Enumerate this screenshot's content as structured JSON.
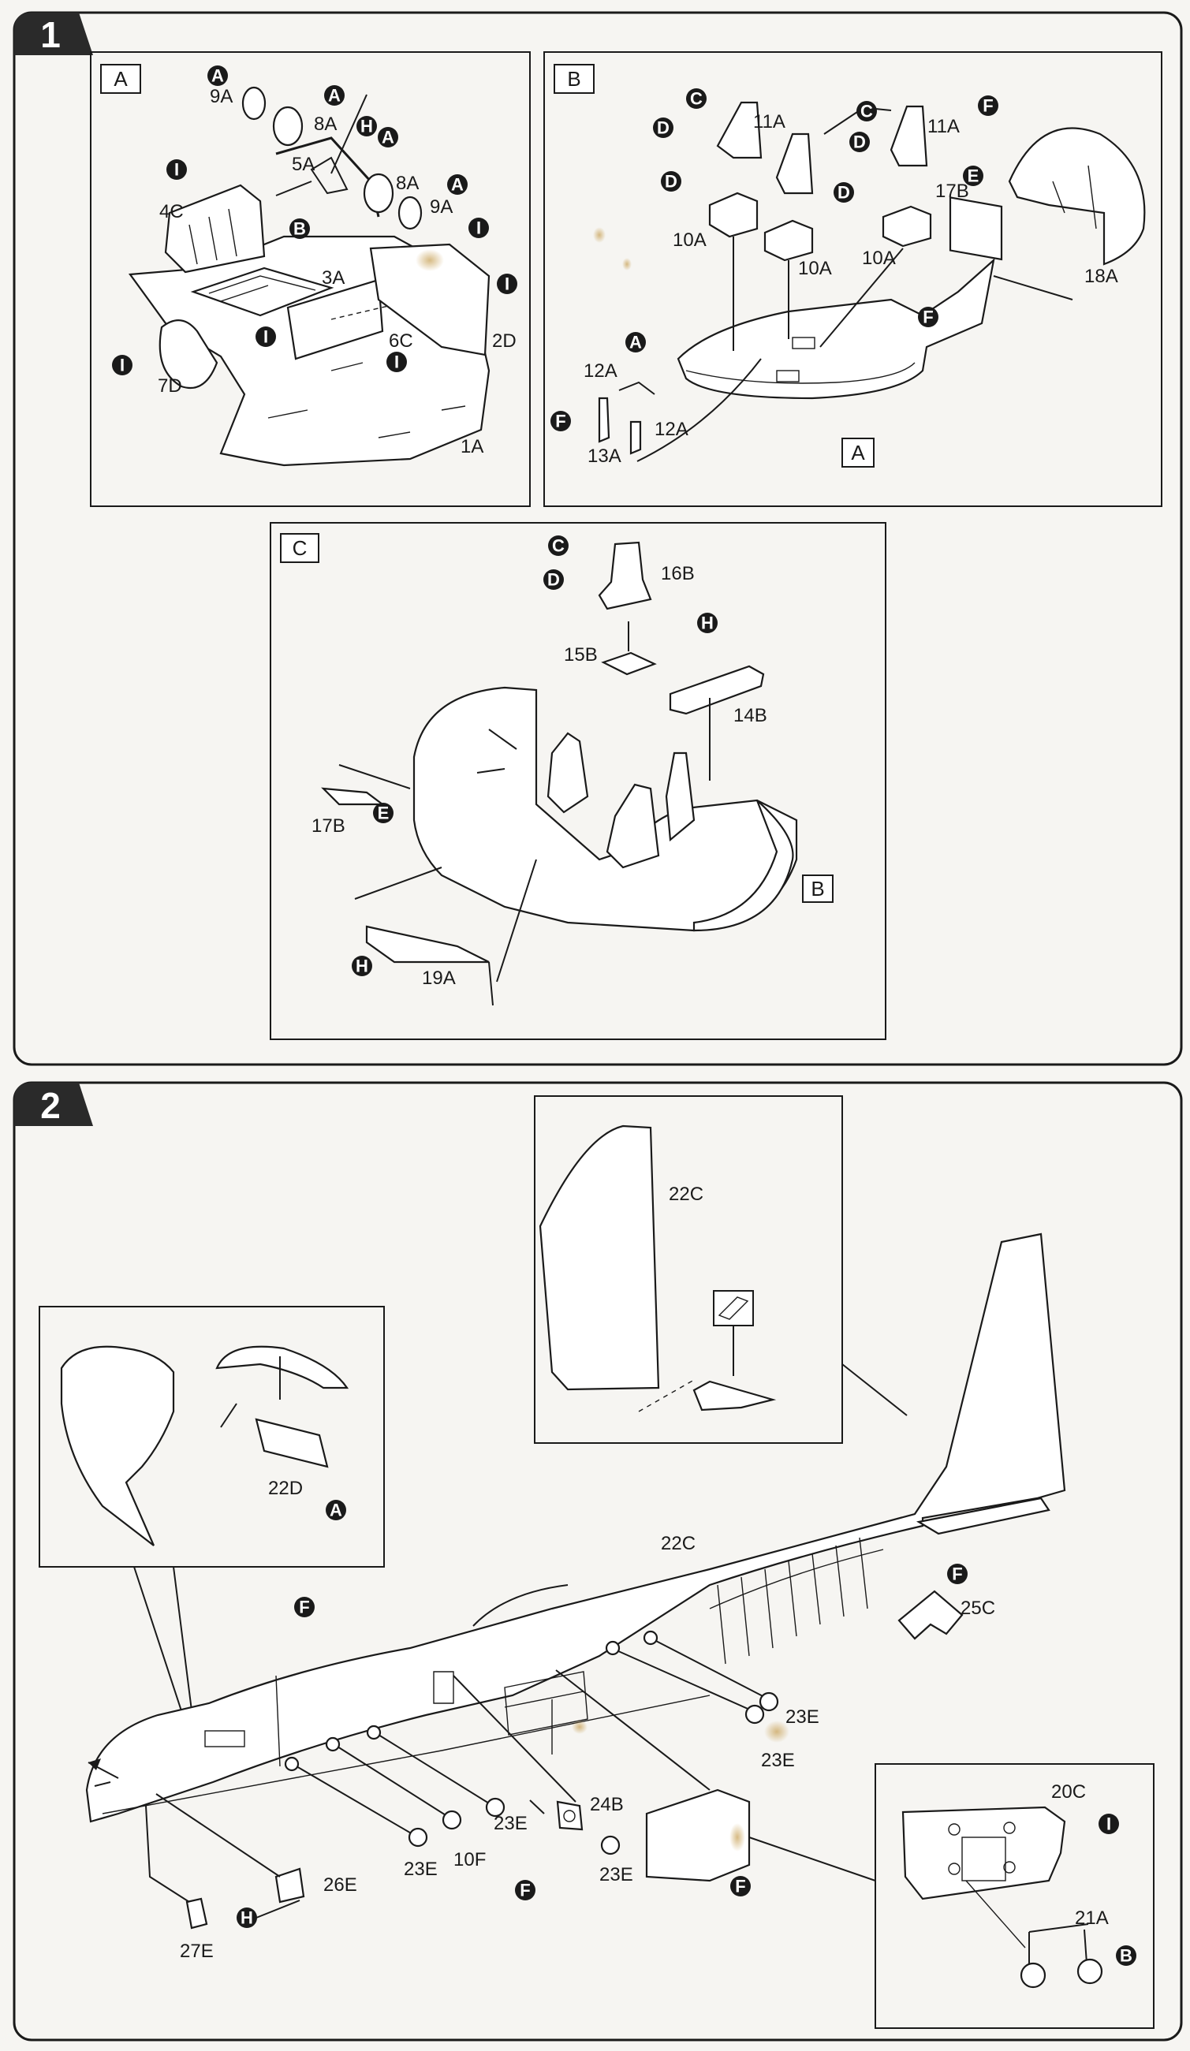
{
  "steps": [
    {
      "number": "1",
      "panels": [
        "A",
        "B",
        "C"
      ]
    },
    {
      "number": "2"
    }
  ],
  "badges": {
    "A": "A",
    "B": "B",
    "C": "C",
    "D": "D",
    "E": "E",
    "F": "F",
    "H": "H",
    "I": "I"
  },
  "step1": {
    "panelA": {
      "label": "A",
      "parts": {
        "p9a": "9A",
        "p8a_top": "8A",
        "p5a": "5A",
        "p8a": "8A",
        "p9a_b": "9A",
        "p4c": "4C",
        "p3a": "3A",
        "p6c": "6C",
        "p2d": "2D",
        "p7d": "7D",
        "p1a": "1A"
      }
    },
    "panelB": {
      "label": "B",
      "parts": {
        "p11a_l": "11A",
        "p11a_r": "11A",
        "p17b": "17B",
        "p10a_l": "10A",
        "p10a_m": "10A",
        "p10a_r": "10A",
        "p18a": "18A",
        "p12a_t": "12A",
        "p12a_b": "12A",
        "p13a": "13A"
      },
      "ref": "A"
    },
    "panelC": {
      "label": "C",
      "parts": {
        "p16b": "16B",
        "p15b": "15B",
        "p14b": "14B",
        "p17b": "17B",
        "p19a": "19A"
      },
      "ref": "B"
    }
  },
  "step2": {
    "parts": {
      "p22c_inset": "22C",
      "p22d": "22D",
      "p22c": "22C",
      "p25c": "25C",
      "p23e_1": "23E",
      "p23e_2": "23E",
      "p23e_3": "23E",
      "p23e_4": "23E",
      "p23e_5": "23E",
      "p10f": "10F",
      "p24b": "24B",
      "p26e": "26E",
      "p27e": "27E",
      "p20c": "20C",
      "p21a": "21A"
    }
  },
  "colors": {
    "badge": "#1a1a1a",
    "step_tab": "#2a2a2a",
    "paper": "#f6f5f2",
    "stain": "#c9a35a"
  }
}
